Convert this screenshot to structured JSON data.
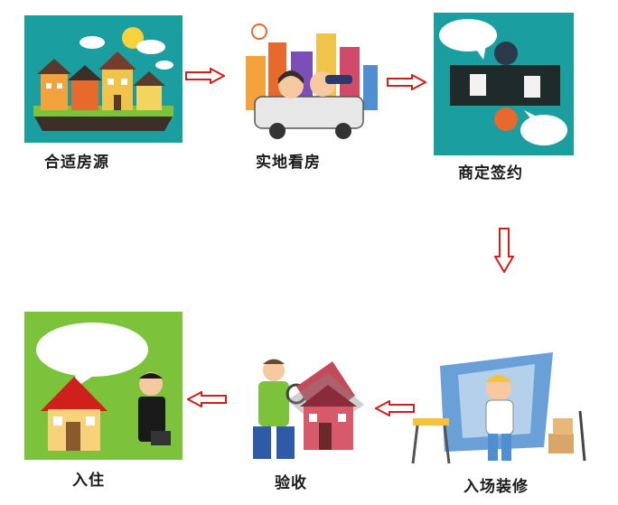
{
  "steps": [
    {
      "label": "合适房源",
      "icon": "neighborhood-houses-icon"
    },
    {
      "label": "实地看房",
      "icon": "couple-touring-car-icon"
    },
    {
      "label": "商定签约",
      "icon": "contract-meeting-icon"
    },
    {
      "label": "入场装修",
      "icon": "renovation-painter-icon"
    },
    {
      "label": "验收",
      "icon": "house-inspection-icon"
    },
    {
      "label": "入住",
      "icon": "move-in-house-icon"
    }
  ],
  "colors": {
    "arrow_outline": "#d0201c",
    "teal_bg": "#1a9ea0",
    "green_bg": "#7cc23a"
  }
}
